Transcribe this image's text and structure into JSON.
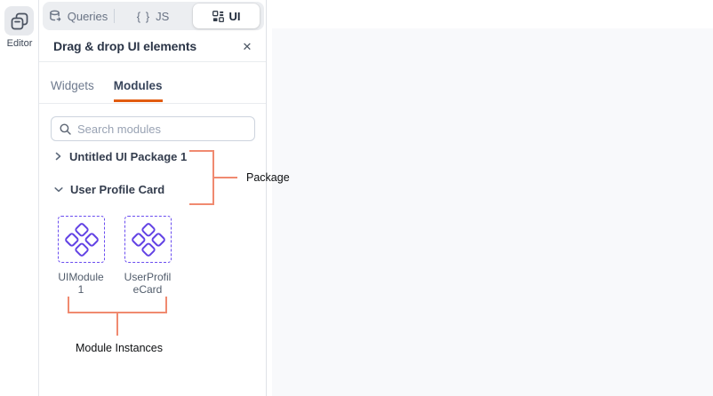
{
  "app": {
    "canvas_bg": "#f8f9fb"
  },
  "sidebar": {
    "editor_label": "Editor"
  },
  "top_nav": {
    "queries_label": "Queries",
    "js_glyph": "{ }",
    "js_label": "JS",
    "ui_label": "UI"
  },
  "panel": {
    "title": "Drag & drop UI elements",
    "close_glyph": "✕",
    "tabs": [
      {
        "label": "Widgets",
        "active": false
      },
      {
        "label": "Modules",
        "active": true
      }
    ],
    "search_placeholder": "Search modules",
    "packages": [
      {
        "name": "Untitled UI Package 1",
        "state": "collapsed"
      },
      {
        "name": "User Profile Card",
        "state": "expanded"
      }
    ],
    "module_cards": [
      {
        "label_line1": "UIModule",
        "label_line2": "1"
      },
      {
        "label_line1": "UserProfil",
        "label_line2": "eCard"
      }
    ]
  },
  "annotations": {
    "package_label": "Package",
    "module_instances_label": "Module Instances",
    "line_color": "#F08A70"
  },
  "colors": {
    "accent_orange": "#E25C10",
    "module_purple": "#6242E4"
  }
}
